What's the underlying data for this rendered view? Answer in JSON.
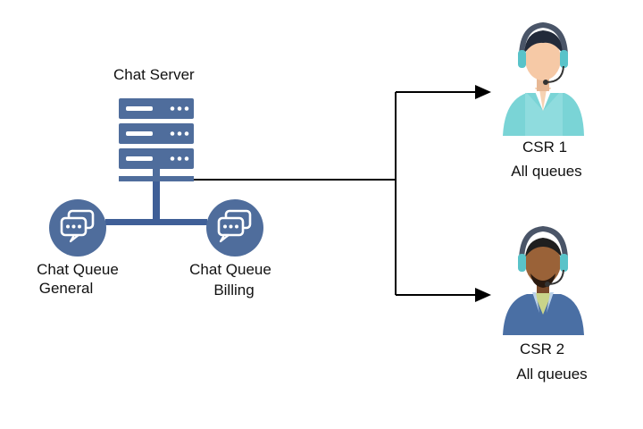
{
  "server": {
    "label": "Chat Server"
  },
  "queues": [
    {
      "line1": "Chat Queue",
      "line2": "General"
    },
    {
      "line1": "Chat Queue",
      "line2": "Billing"
    }
  ],
  "agents": [
    {
      "name": "CSR 1",
      "queues": "All queues"
    },
    {
      "name": "CSR 2",
      "queues": "All queues"
    }
  ],
  "colors": {
    "server": "#4f6d9c",
    "queue_circle": "#4f6d9c",
    "connector": "#3f5f97",
    "arrow": "#000000",
    "headset": "#59c3c9",
    "csr1_shirt": "#71cfd3",
    "csr2_shirt": "#4a6fa4"
  }
}
